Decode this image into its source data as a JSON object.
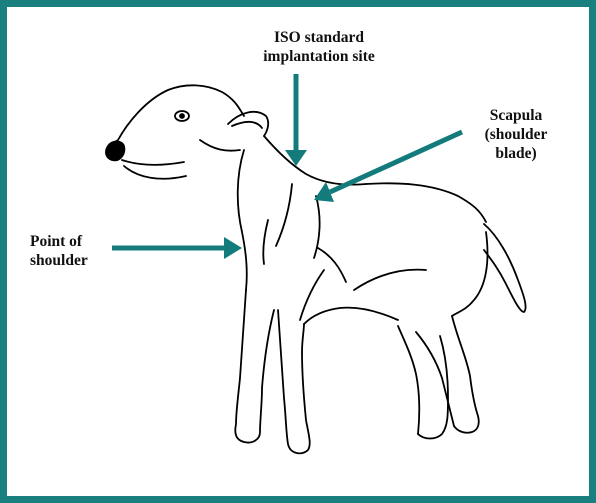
{
  "colors": {
    "border": "#1a7f7f",
    "arrow": "#137b7b",
    "line_art": "#000000",
    "background": "#ffffff"
  },
  "labels": {
    "iso_site": {
      "line1": "ISO standard",
      "line2": "implantation site"
    },
    "scapula": {
      "line1": "Scapula",
      "line2": "(shoulder",
      "line3": "blade)"
    },
    "point_of_shoulder": {
      "line1": "Point of",
      "line2": "shoulder"
    }
  }
}
